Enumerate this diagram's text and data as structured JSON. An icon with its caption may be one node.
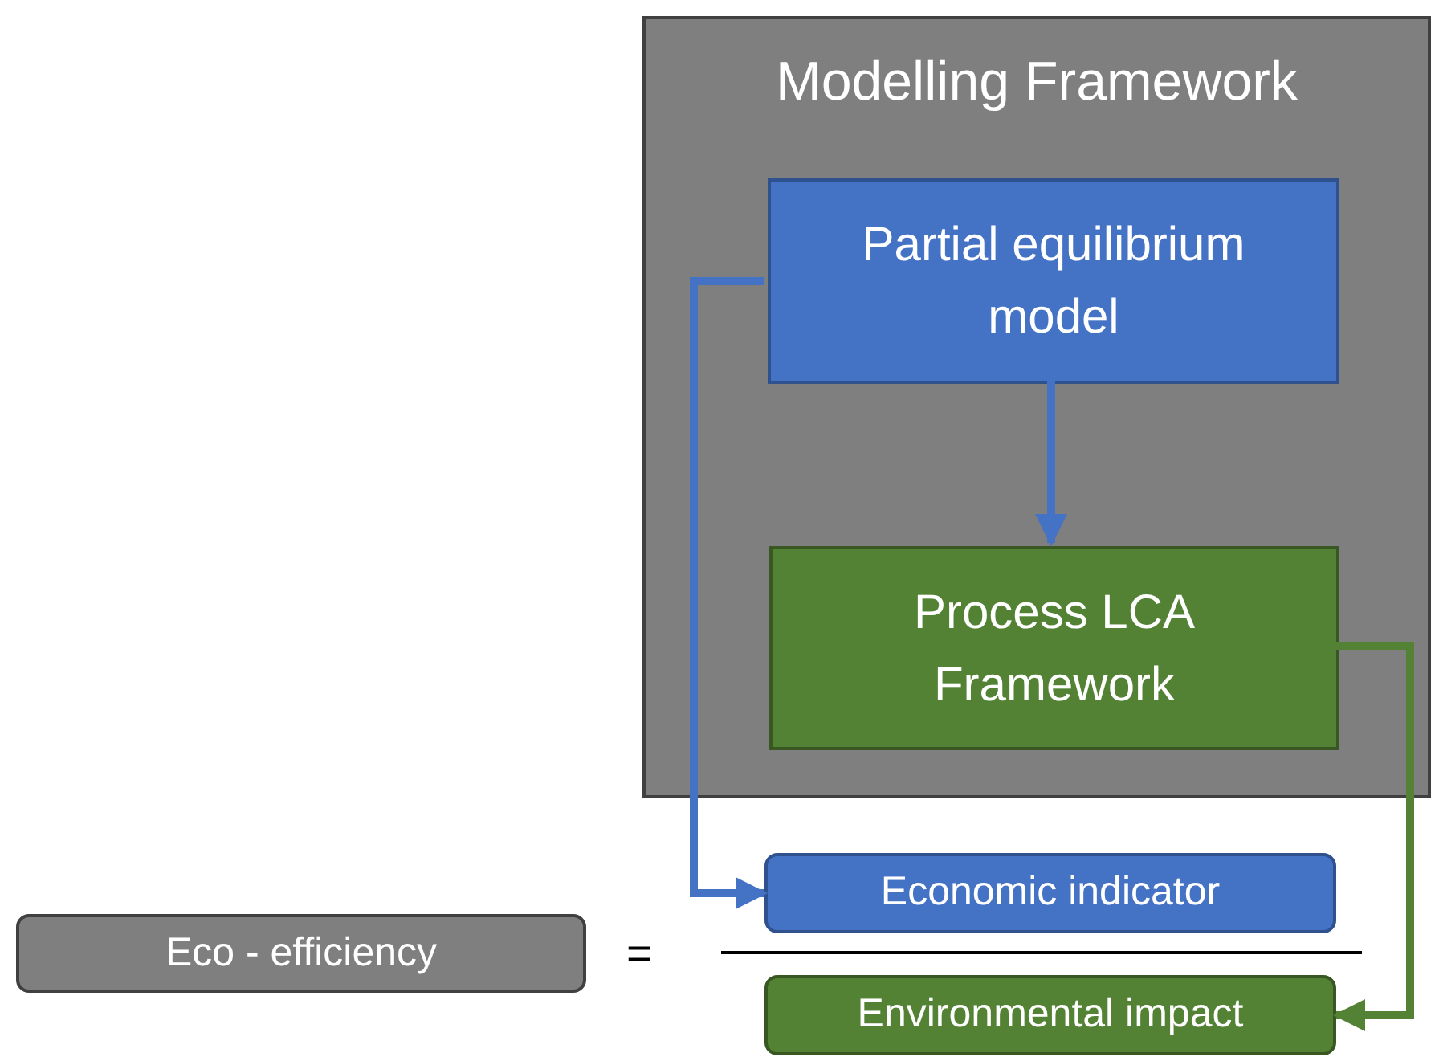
{
  "diagram": {
    "nodes": [
      {
        "text": [
          "Modelling Framework"
        ]
      },
      {
        "text": [
          "Partial equilibrium model"
        ],
        "in": 0
      },
      {
        "text": [
          "Process LCA Framework"
        ],
        "in": 0
      },
      {
        "text": [
          "Economic indicator"
        ]
      },
      {
        "text": [
          "Environmental impact"
        ]
      },
      {
        "text": [
          "Eco - efficiency"
        ]
      }
    ],
    "edges": [
      {
        "from": 1,
        "to": 2,
        "arrow": "to",
        "color": "#4472c4"
      },
      {
        "from": 1,
        "to": 3,
        "arrow": "to",
        "color": "#4472c4"
      },
      {
        "from": 2,
        "to": 4,
        "arrow": "to",
        "color": "#548235"
      }
    ],
    "labels": [
      "="
    ]
  }
}
